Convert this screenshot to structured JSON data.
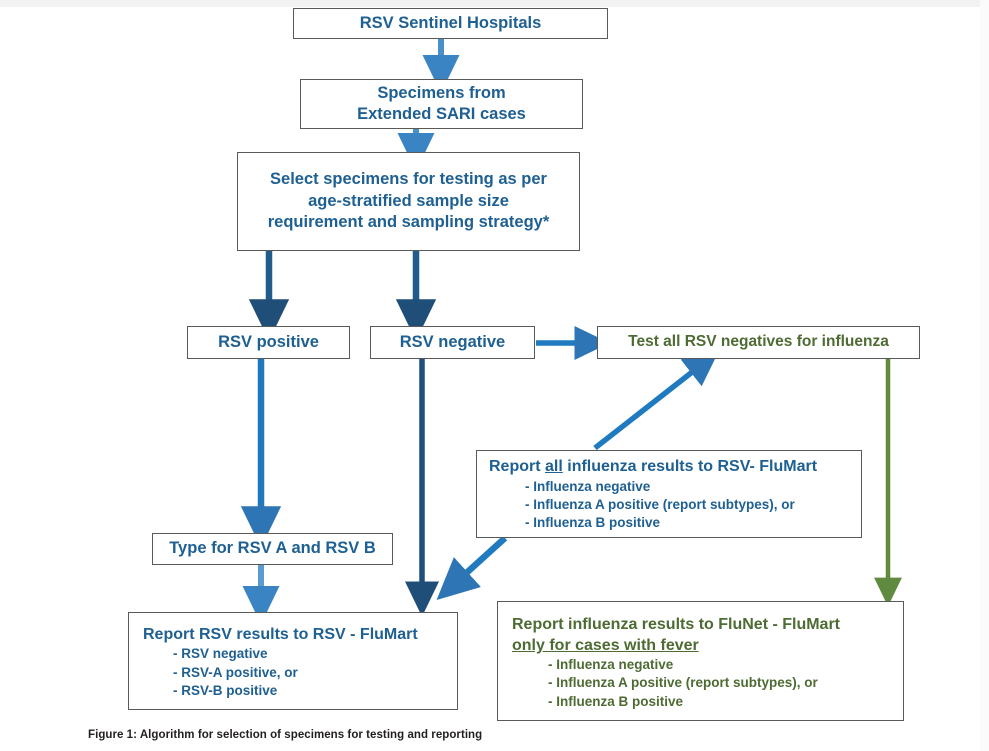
{
  "figure": {
    "caption": "Figure 1: Algorithm for selection of specimens for testing and reporting",
    "colors": {
      "blue_text": "#1f6092",
      "green_text": "#4e6b33",
      "box_border": "#595959",
      "arrow_light_blue": "#3b84c4",
      "arrow_dark_blue": "#1f4e79",
      "arrow_green": "#5f8a3f",
      "background": "#ffffff"
    }
  },
  "nodes": {
    "sentinel_hospitals": {
      "lines": [
        "RSV Sentinel Hospitals"
      ],
      "color": "blue"
    },
    "specimens": {
      "lines": [
        "Specimens from",
        "Extended SARI cases"
      ],
      "color": "blue"
    },
    "select_specimens": {
      "lines": [
        "Select specimens for testing as per",
        "age-stratified sample size",
        "requirement and sampling strategy*"
      ],
      "color": "blue"
    },
    "rsv_positive": {
      "lines": [
        "RSV positive"
      ],
      "color": "blue"
    },
    "rsv_negative": {
      "lines": [
        "RSV negative"
      ],
      "color": "blue"
    },
    "test_all_negatives": {
      "lines": [
        "Test all RSV negatives for influenza"
      ],
      "color": "green"
    },
    "report_all_influenza": {
      "heading_pre": "Report ",
      "heading_underlined": "all",
      "heading_post": " influenza results to RSV- FluMart",
      "bullets": [
        "- Influenza negative",
        "- Influenza A positive (report subtypes), or",
        "- Influenza B positive"
      ],
      "color": "blue"
    },
    "type_rsv_ab": {
      "lines": [
        "Type for RSV A and RSV B"
      ],
      "color": "blue"
    },
    "report_rsv_results": {
      "heading": "Report RSV results to RSV - FluMart",
      "bullets": [
        "- RSV negative",
        "- RSV-A positive, or",
        "- RSV-B positive"
      ],
      "color": "blue"
    },
    "report_influenza_flunet": {
      "heading_line1": "Report influenza results to FluNet - FluMart",
      "heading_line2_underlined": "only for cases with fever",
      "bullets": [
        "- Influenza negative",
        "- Influenza A positive (report subtypes), or",
        "- Influenza B positive"
      ],
      "color": "green"
    }
  },
  "arrows": [
    {
      "name": "hospitals-to-specimens",
      "style": "light-blue-down"
    },
    {
      "name": "specimens-to-select",
      "style": "light-blue-down"
    },
    {
      "name": "select-to-rsv-positive",
      "style": "dark-blue-down"
    },
    {
      "name": "select-to-rsv-negative",
      "style": "dark-blue-down"
    },
    {
      "name": "rsv-negative-to-test-all",
      "style": "mid-blue-right"
    },
    {
      "name": "rsv-positive-to-type",
      "style": "mid-blue-down"
    },
    {
      "name": "type-to-report-rsv",
      "style": "light-blue-down"
    },
    {
      "name": "rsv-negative-to-report-rsv",
      "style": "dark-blue-down"
    },
    {
      "name": "test-all-to-report-all-influenza",
      "style": "mid-blue-diagonal-up-right"
    },
    {
      "name": "report-all-influenza-to-report-rsv",
      "style": "mid-blue-diagonal-down-left"
    },
    {
      "name": "test-all-to-report-flunet",
      "style": "green-down"
    }
  ]
}
